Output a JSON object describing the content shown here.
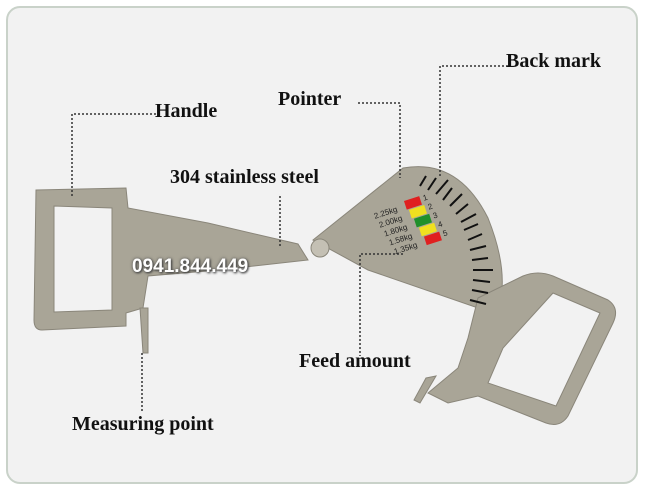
{
  "labels": {
    "handle": "Handle",
    "pointer": "Pointer",
    "back_mark": "Back mark",
    "steel": "304 stainless steel",
    "feed": "Feed amount",
    "measuring": "Measuring point"
  },
  "phone": "0941.844.449",
  "scale": {
    "weights": [
      "2.25kg",
      "2.00kg",
      "1.80kg",
      "1.58kg",
      "1.35kg"
    ],
    "digits": [
      "1",
      "2",
      "3",
      "4",
      "5"
    ],
    "colors": [
      "#e02020",
      "#f0e020",
      "#20902a",
      "#f0e020",
      "#e02020"
    ]
  }
}
